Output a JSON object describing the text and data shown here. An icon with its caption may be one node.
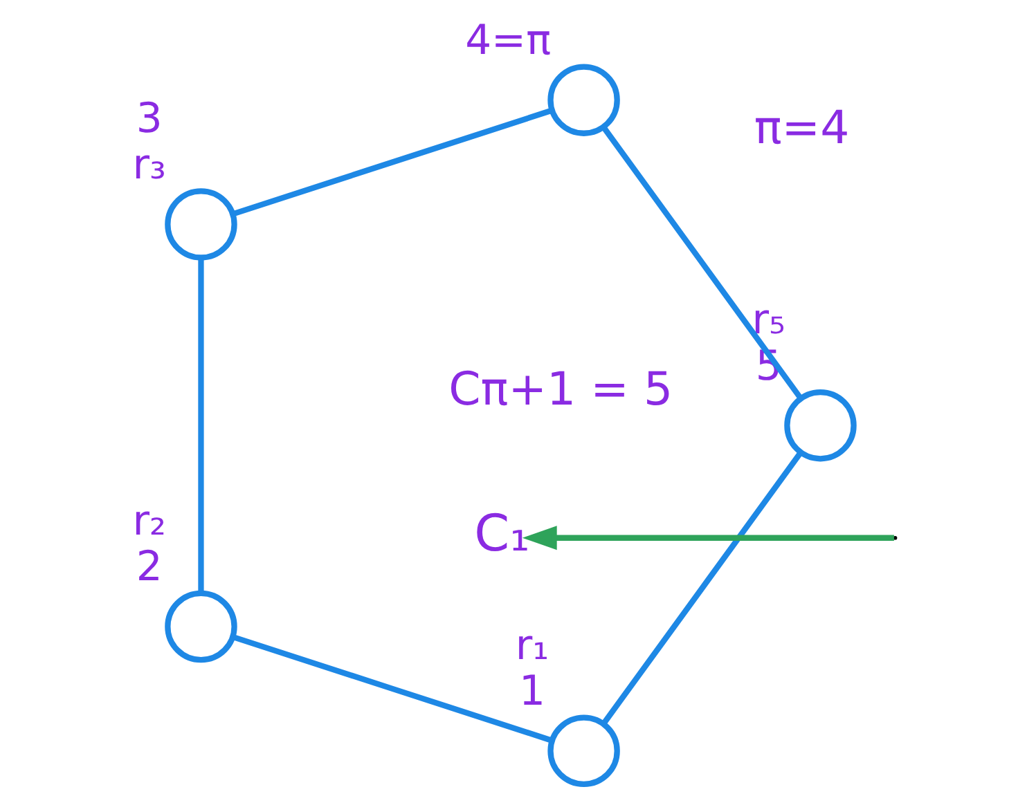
{
  "diagram": {
    "nodes": [
      {
        "text": [],
        "shape": "circle",
        "beside": [
          "r₁",
          "1"
        ]
      },
      {
        "text": [],
        "shape": "circle",
        "beside": [
          "r₂",
          "2"
        ]
      },
      {
        "text": [],
        "shape": "circle",
        "beside": [
          "3",
          "r₃"
        ]
      },
      {
        "text": [],
        "shape": "circle",
        "beside": [
          "4=π"
        ]
      },
      {
        "text": [],
        "shape": "circle",
        "beside": [
          "r₅",
          "5"
        ]
      },
      {
        "text": [
          "C₁"
        ]
      }
    ],
    "edges": [
      {
        "from": 0,
        "to": 1,
        "arrow": "none"
      },
      {
        "from": 1,
        "to": 2,
        "arrow": "none"
      },
      {
        "from": 2,
        "to": 3,
        "arrow": "none"
      },
      {
        "from": 3,
        "to": 4,
        "arrow": "none"
      },
      {
        "from": 4,
        "to": 0,
        "arrow": "none"
      },
      {
        "from": null,
        "to": 5,
        "arrow": "to",
        "color": "#2ea35a"
      }
    ],
    "labels": [
      "π=4",
      "Cπ+1 = 5"
    ]
  }
}
